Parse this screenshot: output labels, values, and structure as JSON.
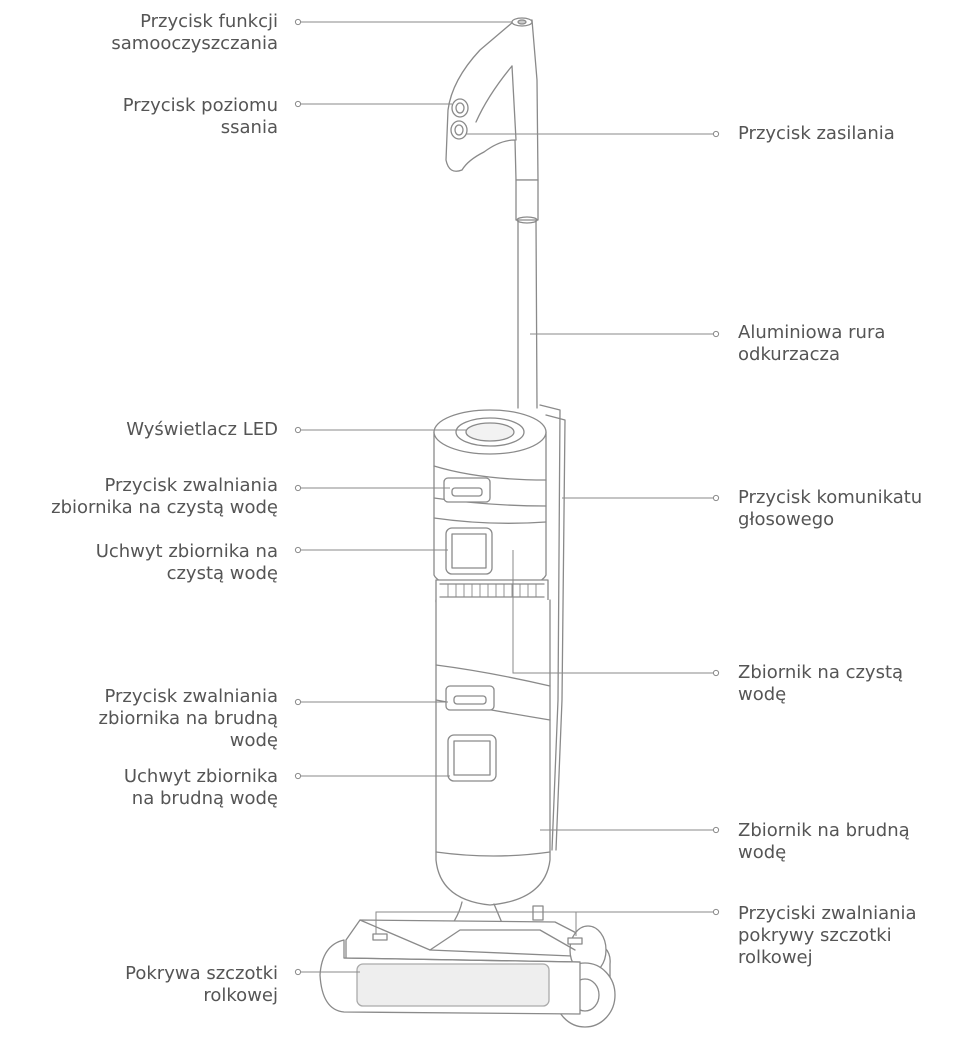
{
  "colors": {
    "text": "#555555",
    "line": "#8a8a8a",
    "accent_fill": "#eeeeee"
  },
  "labels": {
    "self_cleaning_button": [
      "Przycisk funkcji",
      "samooczyszczania"
    ],
    "suction_level_button": [
      "Przycisk poziomu",
      "ssania"
    ],
    "power_button": [
      "Przycisk zasilania"
    ],
    "aluminium_tube": [
      "Aluminiowa rura",
      "odkurzacza"
    ],
    "led_display": [
      "Wyświetlacz LED"
    ],
    "clean_tank_release_button": [
      "Przycisk zwalniania",
      "zbiornika na czystą wodę"
    ],
    "voice_prompt_button": [
      "Przycisk komunikatu",
      "głosowego"
    ],
    "clean_tank_handle": [
      "Uchwyt zbiornika na",
      "czystą wodę"
    ],
    "clean_water_tank": [
      "Zbiornik na czystą",
      "wodę"
    ],
    "dirty_tank_release_button": [
      "Przycisk zwalniania",
      "zbiornika na brudną",
      "wodę"
    ],
    "dirty_tank_handle": [
      "Uchwyt zbiornika",
      "na brudną wodę"
    ],
    "dirty_water_tank": [
      "Zbiornik na brudną",
      "wodę"
    ],
    "roller_cover_release_buttons": [
      "Przyciski zwalniania",
      "pokrywy szczotki",
      "rolkowej"
    ],
    "roller_brush_cover": [
      "Pokrywa szczotki",
      "rolkowej"
    ]
  }
}
